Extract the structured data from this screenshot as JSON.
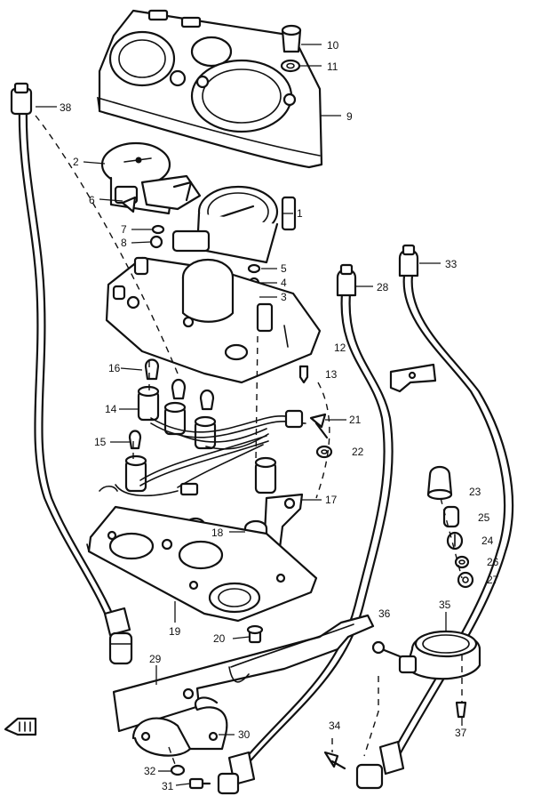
{
  "callouts": [
    {
      "id": "1",
      "label": "1"
    },
    {
      "id": "2",
      "label": "2"
    },
    {
      "id": "3",
      "label": "3"
    },
    {
      "id": "4",
      "label": "4"
    },
    {
      "id": "5",
      "label": "5"
    },
    {
      "id": "6",
      "label": "6"
    },
    {
      "id": "7",
      "label": "7"
    },
    {
      "id": "8",
      "label": "8"
    },
    {
      "id": "9",
      "label": "9"
    },
    {
      "id": "10",
      "label": "10"
    },
    {
      "id": "11",
      "label": "11"
    },
    {
      "id": "12",
      "label": "12"
    },
    {
      "id": "13",
      "label": "13"
    },
    {
      "id": "14",
      "label": "14"
    },
    {
      "id": "15",
      "label": "15"
    },
    {
      "id": "16",
      "label": "16"
    },
    {
      "id": "17",
      "label": "17"
    },
    {
      "id": "18",
      "label": "18"
    },
    {
      "id": "19",
      "label": "19"
    },
    {
      "id": "20",
      "label": "20"
    },
    {
      "id": "21",
      "label": "21"
    },
    {
      "id": "22",
      "label": "22"
    },
    {
      "id": "23",
      "label": "23"
    },
    {
      "id": "24",
      "label": "24"
    },
    {
      "id": "25",
      "label": "25"
    },
    {
      "id": "26",
      "label": "26"
    },
    {
      "id": "27",
      "label": "27"
    },
    {
      "id": "28",
      "label": "28"
    },
    {
      "id": "29",
      "label": "29"
    },
    {
      "id": "30",
      "label": "30"
    },
    {
      "id": "31",
      "label": "31"
    },
    {
      "id": "32",
      "label": "32"
    },
    {
      "id": "33",
      "label": "33"
    },
    {
      "id": "34",
      "label": "34"
    },
    {
      "id": "35",
      "label": "35"
    },
    {
      "id": "36",
      "label": "36"
    },
    {
      "id": "37",
      "label": "37"
    },
    {
      "id": "38",
      "label": "38"
    }
  ]
}
